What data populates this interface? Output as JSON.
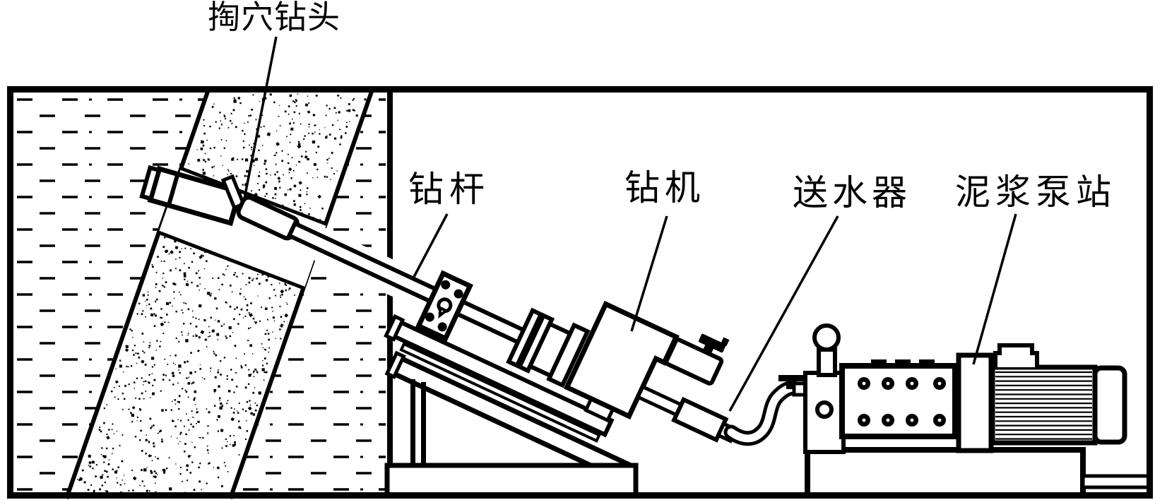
{
  "diagram": {
    "description": "drilling-cavitation-system-line-diagram",
    "background_color": "#ffffff",
    "line_color": "#000000",
    "labels": {
      "bit": "掏穴钻头",
      "rod": "钻杆",
      "rig": "钻机",
      "water_feeder": "送水器",
      "pump_station": "泥浆泵站"
    }
  }
}
